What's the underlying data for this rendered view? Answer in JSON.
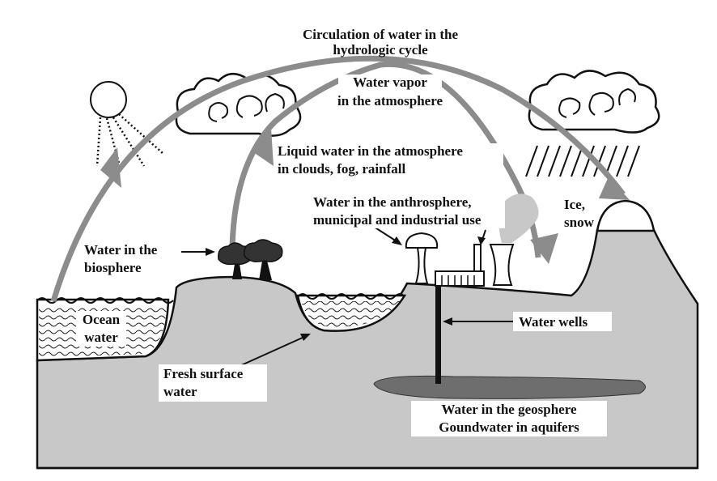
{
  "title": {
    "line1": "Circulation of water in the",
    "line2": "hydrologic cycle"
  },
  "labels": {
    "water_vapor": [
      "Water vapor",
      "in the atmosphere"
    ],
    "liquid_water": [
      "Liquid water in the atmosphere",
      "in clouds, fog, rainfall"
    ],
    "anthrosphere": [
      "Water in the anthrosphere,",
      "municipal and industrial use"
    ],
    "ice_snow": [
      "Ice,",
      "snow"
    ],
    "biosphere": [
      "Water in the",
      "biosphere"
    ],
    "ocean": [
      "Ocean",
      "water"
    ],
    "water_wells": "Water wells",
    "fresh_surface": [
      "Fresh surface",
      "water"
    ],
    "geosphere": [
      "Water in the geosphere",
      "Goundwater in aquifers"
    ]
  },
  "colors": {
    "ground": "#c8c8c8",
    "arrow": "#8c8c8c",
    "aquifer": "#6e6e6e",
    "outline": "#111111"
  }
}
